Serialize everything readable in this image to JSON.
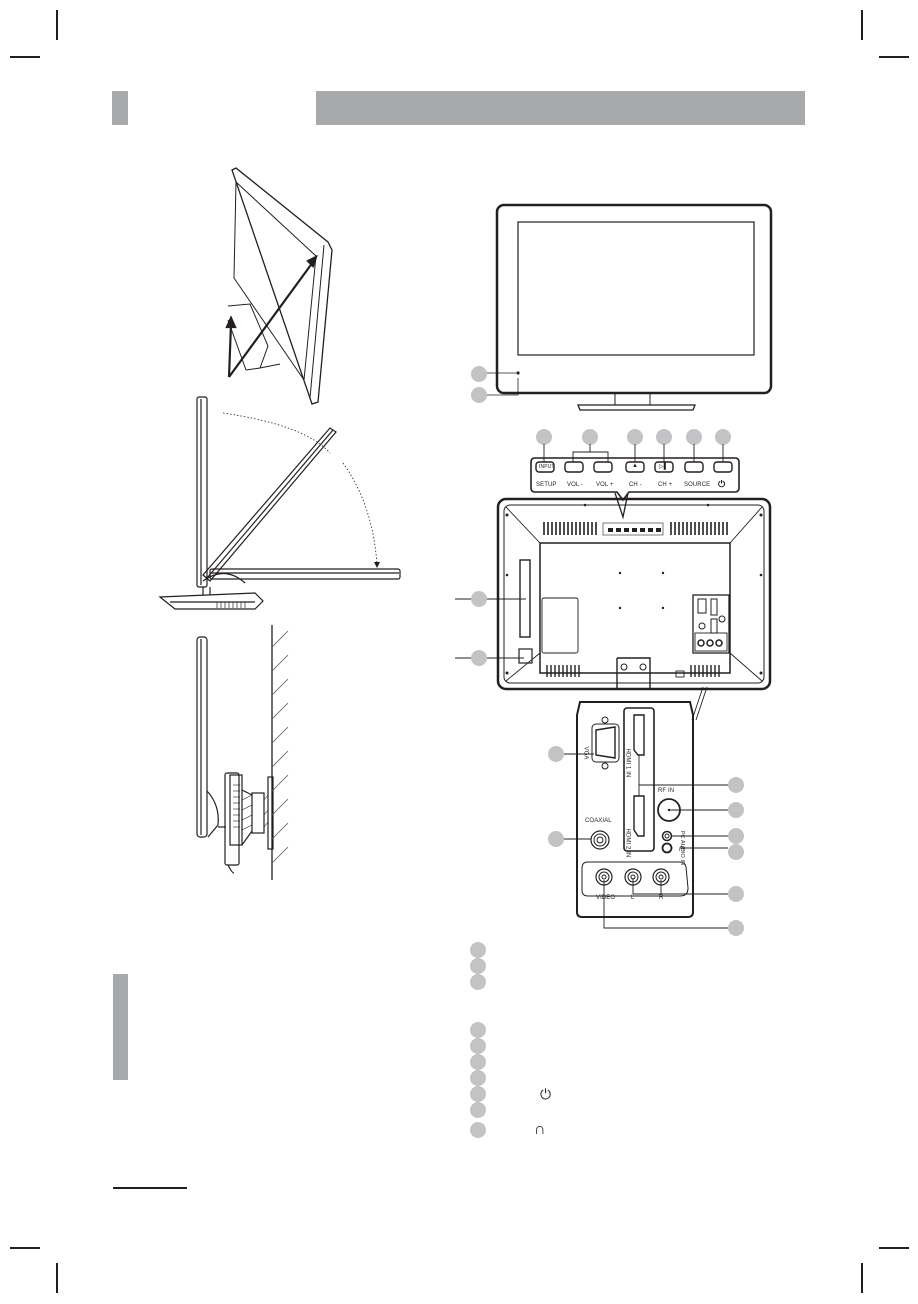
{
  "page": {
    "header": {
      "section_tab": "",
      "title_bar": ""
    },
    "sidebar_tab": "",
    "footer_rule": ""
  },
  "front_view": {
    "callouts": [
      "",
      ""
    ]
  },
  "control_panel": {
    "buttons": [
      {
        "face": "INPUT",
        "label": "SETUP"
      },
      {
        "face": "",
        "label": "VOL -"
      },
      {
        "face": "",
        "label": "VOL +"
      },
      {
        "face": "▲",
        "label": "CH -"
      },
      {
        "face": "▷▌",
        "label": "CH +"
      },
      {
        "face": "",
        "label": "SOURCE"
      },
      {
        "face": "",
        "label": "⏻"
      }
    ]
  },
  "connector_panel": {
    "vga": "VGA",
    "hdmi1": "HDMI 1 IN",
    "hdmi2": "HDMI 2 IN",
    "rf_in": "RF IN",
    "coaxial": "COAXIAL",
    "pc_audio": "PC AUDIO IN",
    "video": "VIDEO",
    "audio_l": "L",
    "audio_r": "R"
  },
  "legend": {
    "rows": [
      {
        "icon": ""
      },
      {
        "icon": ""
      },
      {
        "icon": ""
      },
      {
        "icon": ""
      },
      {
        "icon": ""
      },
      {
        "icon": ""
      },
      {
        "icon": ""
      },
      {
        "icon": "⏻"
      },
      {
        "icon": ""
      },
      {
        "icon": "∩"
      }
    ]
  },
  "colors": {
    "gray_bar": "#a8a9ab",
    "callout": "#c3c3c5",
    "ink": "#231f20"
  }
}
